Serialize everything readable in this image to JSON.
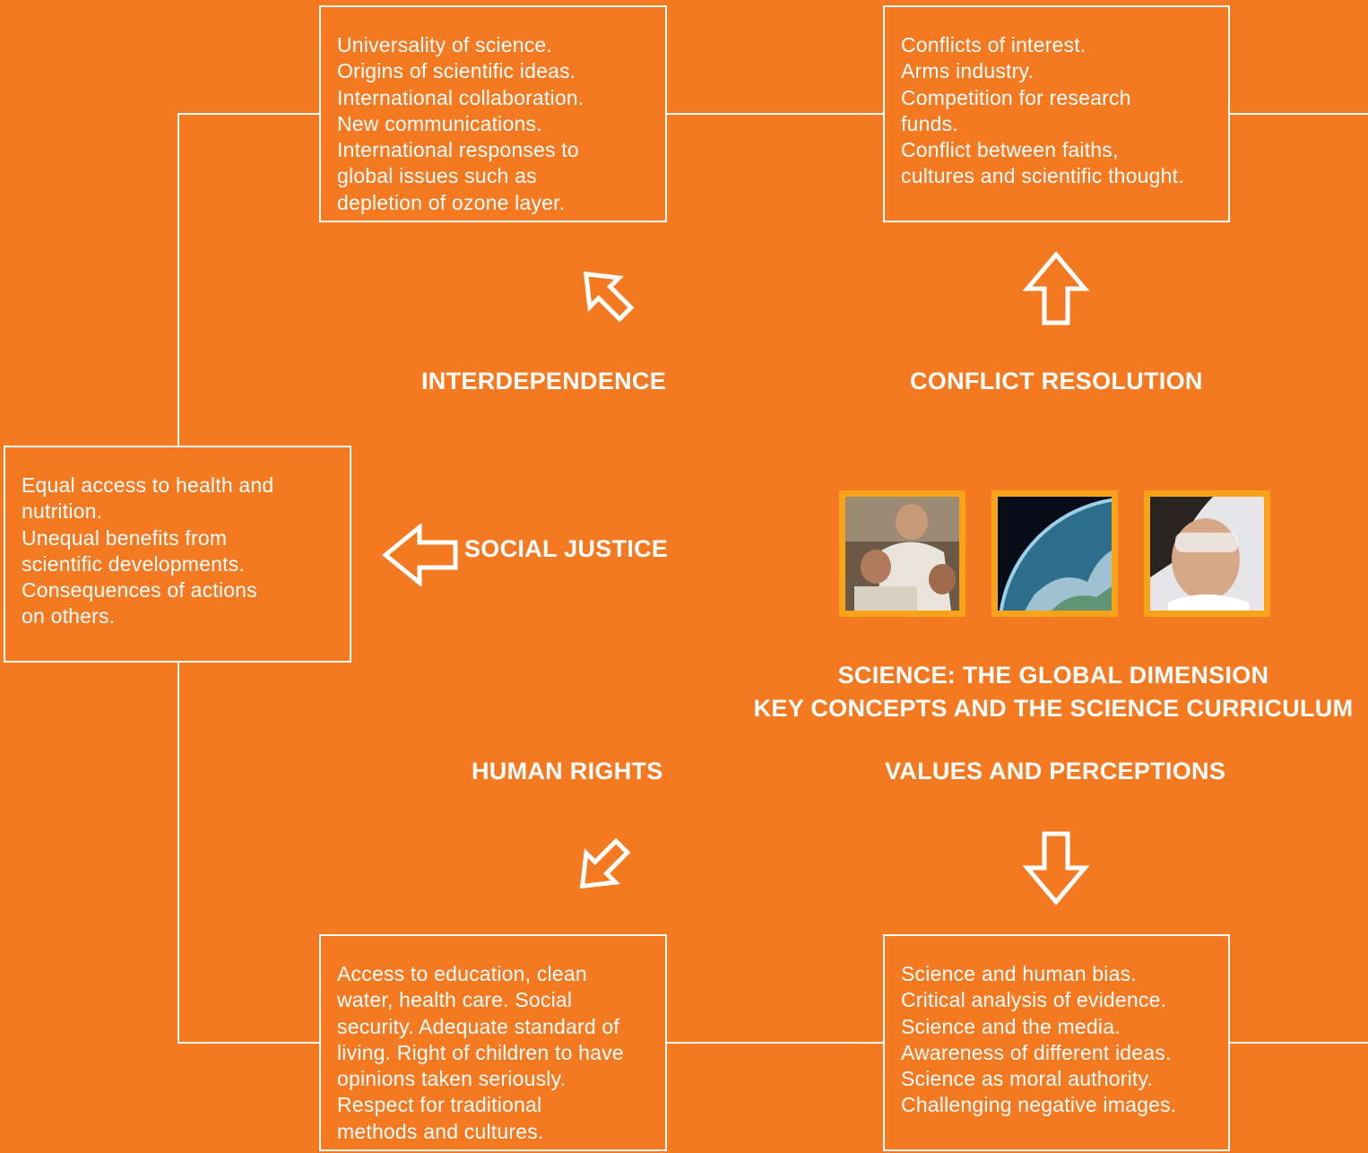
{
  "colors": {
    "background": "#f47920",
    "line": "#ffffff",
    "photo_frame": "#f9a31b"
  },
  "boxes": {
    "interdependence": "Universality of science.\nOrigins of scientific ideas.\nInternational collaboration.\nNew communications.\nInternational responses to\nglobal issues such as\ndepletion of ozone layer.",
    "conflict_resolution": "Conflicts of interest.\nArms industry.\nCompetition for research\nfunds.\nConflict between faiths,\ncultures and scientific thought.",
    "social_justice": "Equal access to health and\nnutrition.\nUnequal benefits from\nscientific developments.\nConsequences of actions\non others.",
    "human_rights": "Access to education, clean\nwater, health care. Social\nsecurity. Adequate standard of\nliving. Right of children to have\nopinions taken seriously.\nRespect for traditional\nmethods and cultures.",
    "values_perceptions": "Science and human bias.\nCritical analysis of evidence.\nScience and the media.\nAwareness of different ideas.\nScience as moral authority.\nChallenging negative images."
  },
  "headings": {
    "interdependence": "INTERDEPENDENCE",
    "conflict_resolution": "CONFLICT RESOLUTION",
    "social_justice": "SOCIAL JUSTICE",
    "human_rights": "HUMAN RIGHTS",
    "values_perceptions": "VALUES AND PERCEPTIONS"
  },
  "title": {
    "line1": "SCIENCE: THE GLOBAL DIMENSION",
    "line2": "KEY CONCEPTS AND THE SCIENCE CURRICULUM"
  },
  "icons": {
    "arrow_interdependence": "arrow-up-left-icon",
    "arrow_conflict": "arrow-up-icon",
    "arrow_social": "arrow-left-icon",
    "arrow_human_rights": "arrow-down-left-icon",
    "arrow_values": "arrow-down-icon"
  }
}
